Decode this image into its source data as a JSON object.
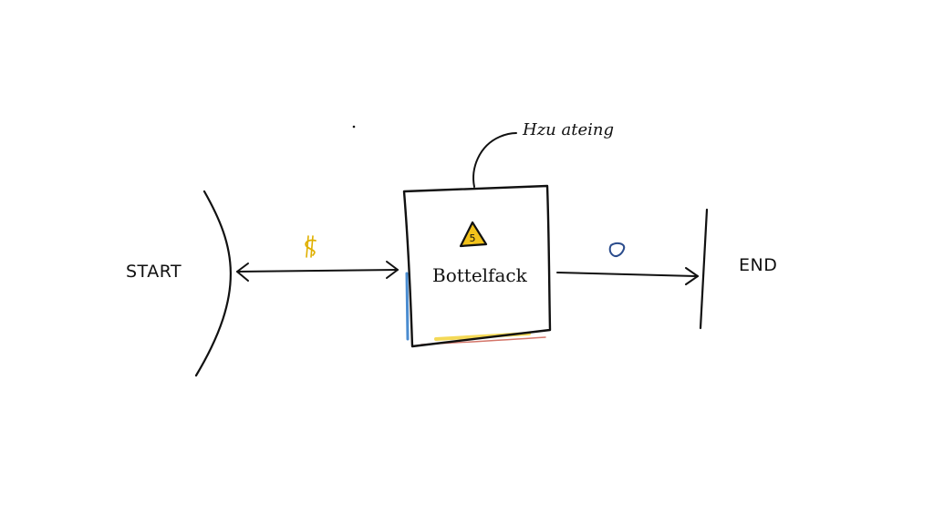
{
  "diagram": {
    "start_label": "START",
    "end_label": "END",
    "box_label": "Bottelfack",
    "annotation": "Hzu ateing",
    "warning_glyph": "5"
  },
  "icons": {
    "warning": "warning-triangle-icon",
    "money": "dollar-sign-icon",
    "drop": "drop-shield-icon"
  },
  "colors": {
    "ink": "#111111",
    "warning_fill": "#f2c21b",
    "highlight_yellow": "#f2d23a",
    "highlight_blue": "#2a78c8",
    "highlight_red": "#c23a2a",
    "drop_stroke": "#2b4c8c"
  }
}
